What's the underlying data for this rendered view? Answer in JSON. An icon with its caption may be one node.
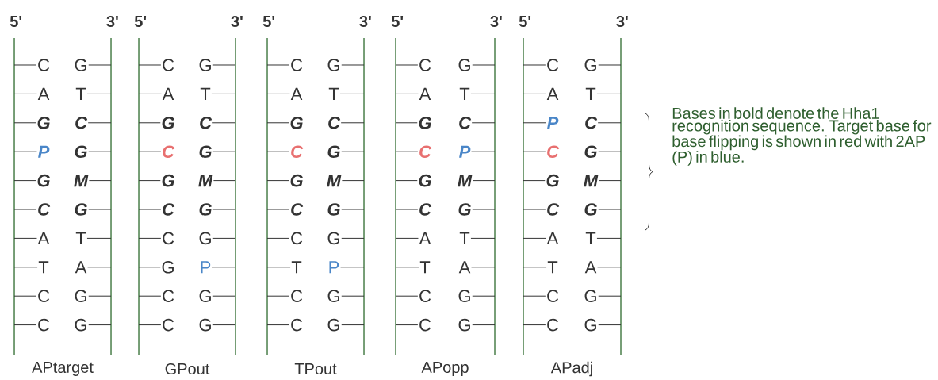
{
  "diagram": {
    "labels": [
      "5'",
      "3'",
      "5'",
      "3'",
      "5'",
      "3'",
      "5'",
      "3'",
      "5'",
      "3'",
      "C",
      "G",
      "C",
      "G",
      "C",
      "G",
      "C",
      "G",
      "C",
      "G",
      "A",
      "T",
      "A",
      "T",
      "A",
      "T",
      "A",
      "T",
      "A",
      "T",
      "G",
      "C",
      "G",
      "C",
      "G",
      "C",
      "G",
      "C",
      "P",
      "C",
      "P",
      "G",
      "C",
      "G",
      "C",
      "G",
      "C",
      "P",
      "C",
      "G",
      "G",
      "M",
      "G",
      "M",
      "G",
      "M",
      "G",
      "M",
      "G",
      "M",
      "C",
      "G",
      "C",
      "G",
      "C",
      "G",
      "C",
      "G",
      "C",
      "G",
      "A",
      "T",
      "C",
      "G",
      "C",
      "G",
      "A",
      "T",
      "A",
      "T",
      "T",
      "A",
      "G",
      "P",
      "T",
      "P",
      "T",
      "A",
      "T",
      "A",
      "C",
      "G",
      "C",
      "G",
      "C",
      "G",
      "C",
      "G",
      "C",
      "G",
      "C",
      "G",
      "C",
      "G",
      "C",
      "G",
      "C",
      "G",
      "C",
      "G",
      "APtarget",
      "GPout",
      "TPout",
      "APopp",
      "APadj",
      "Bases in bold denote the Hha1 recognition sequence. Target base for base flipping is shown in red with 2AP (P) in blue."
    ]
  }
}
